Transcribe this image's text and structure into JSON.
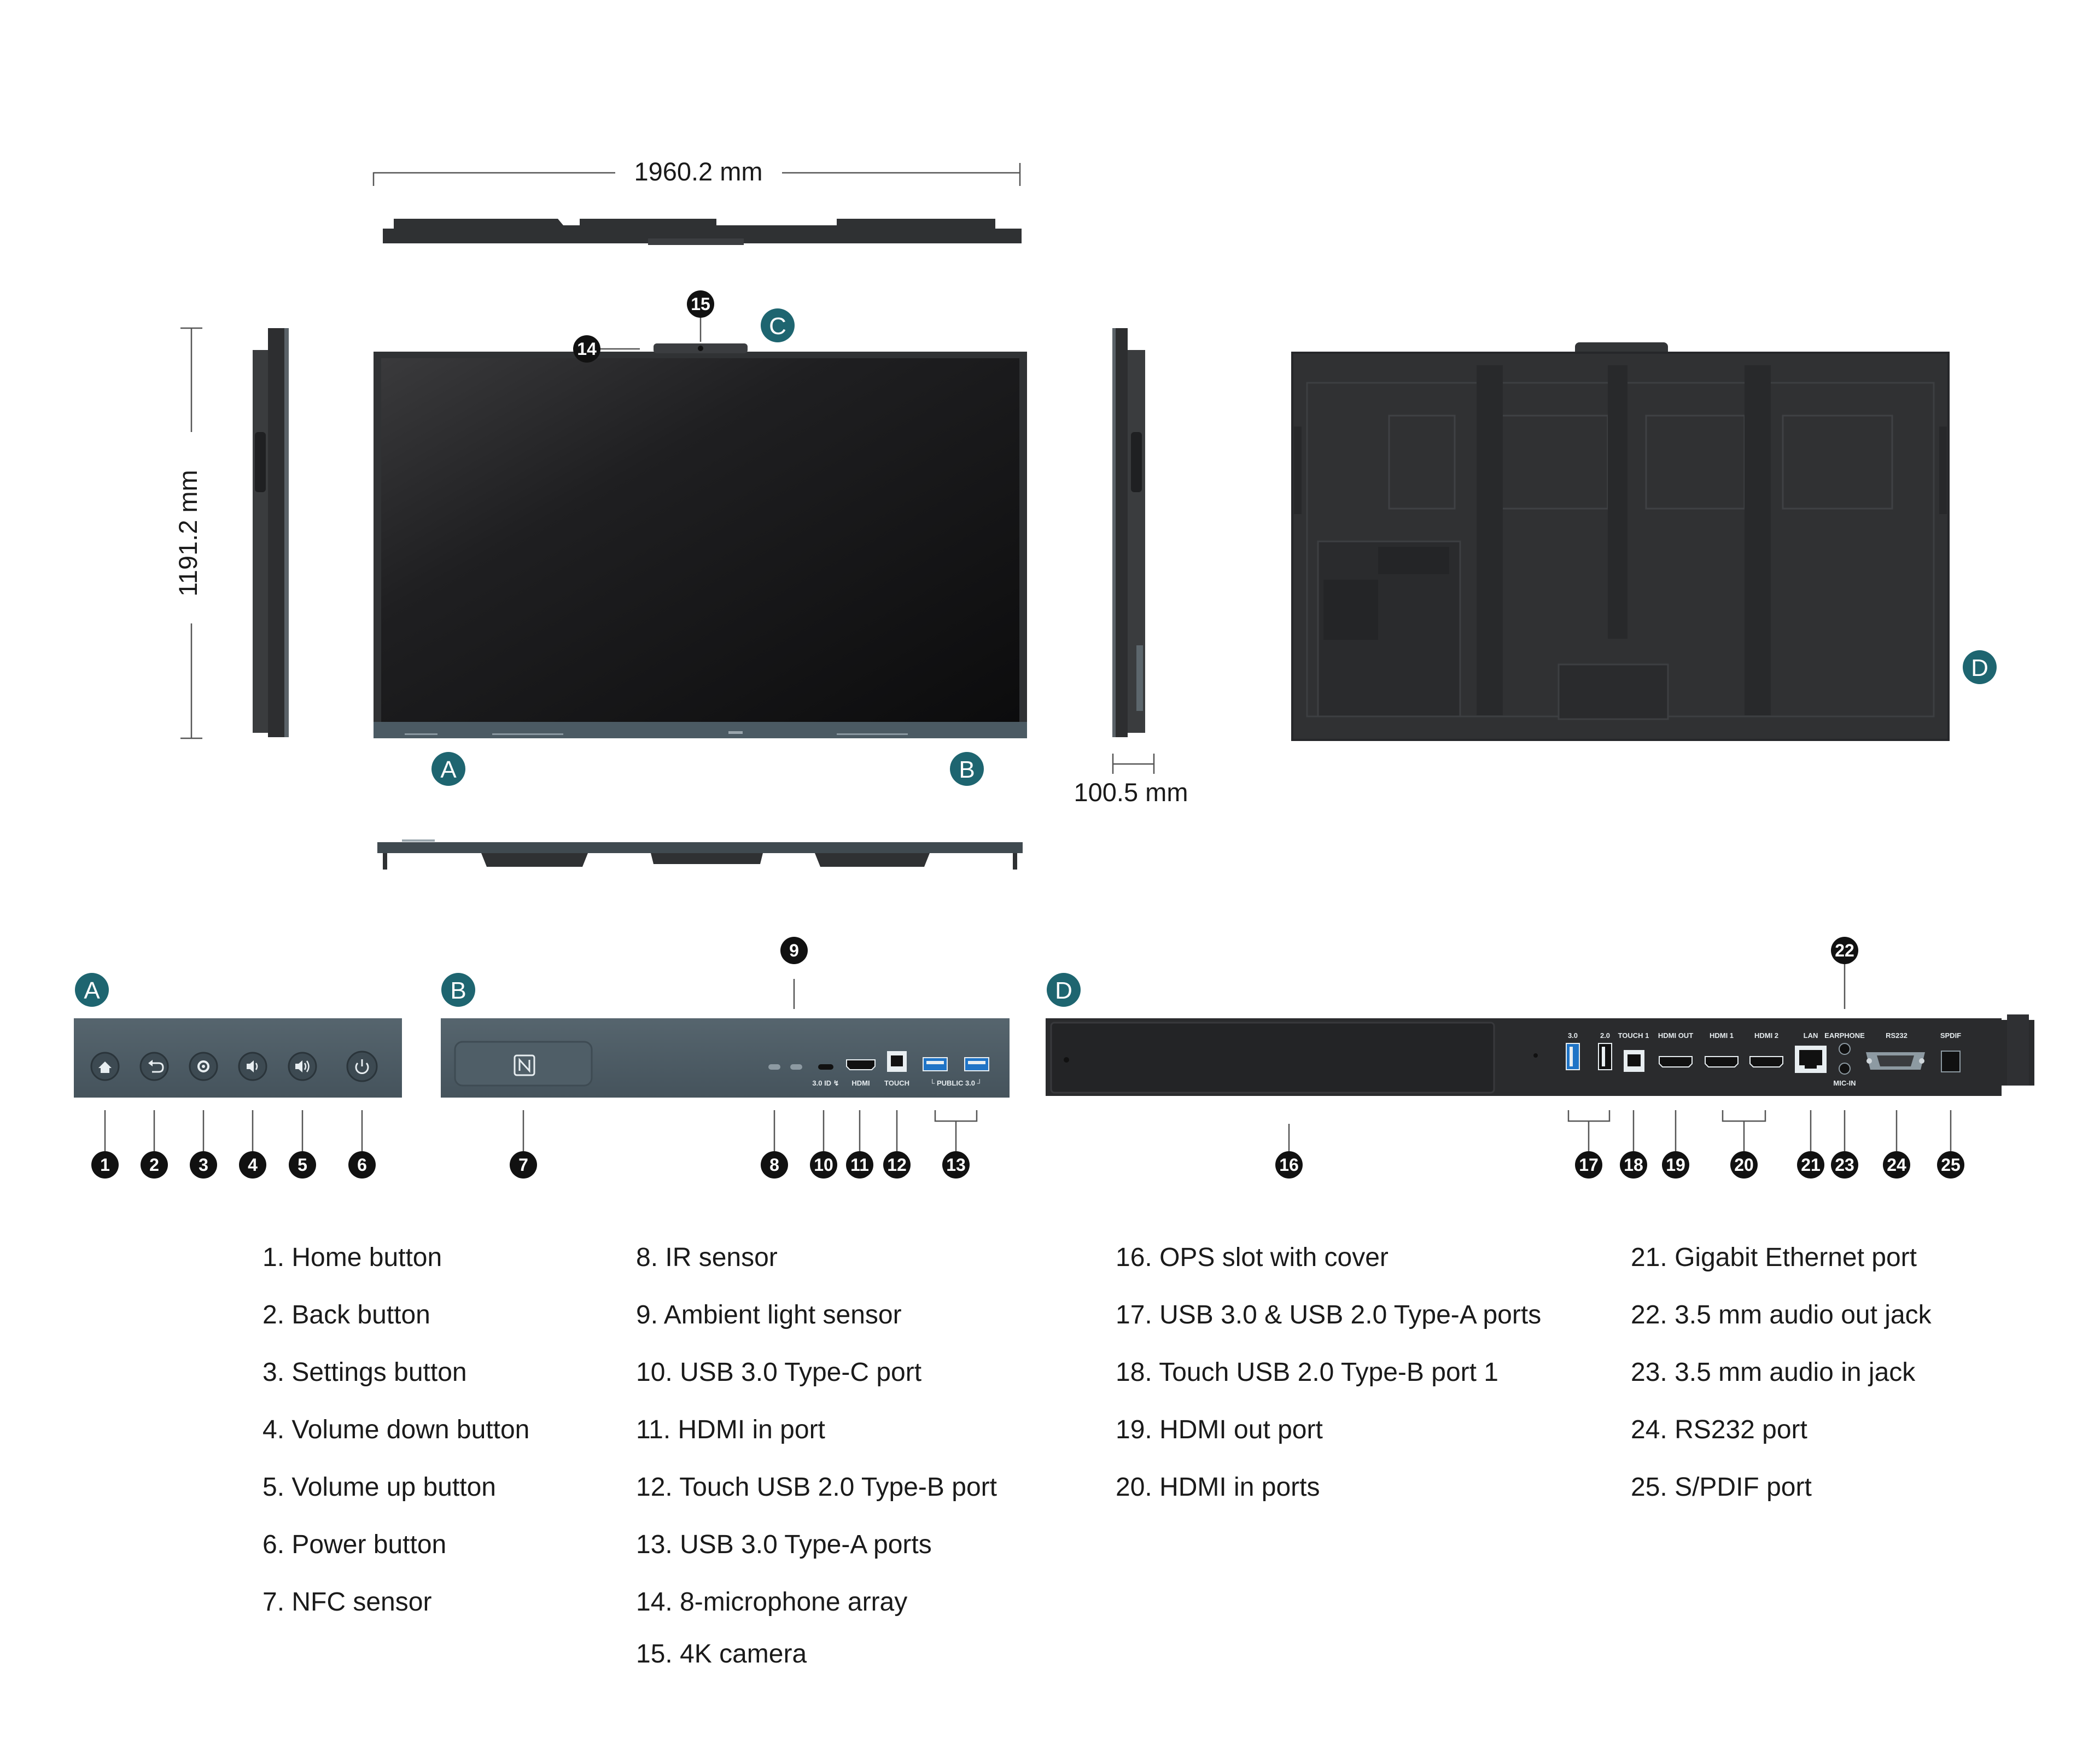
{
  "dimensions": {
    "width": "1960.2 mm",
    "height": "1191.2 mm",
    "depth": "100.5 mm"
  },
  "section_labels": {
    "a": "A",
    "b": "B",
    "c": "C",
    "d": "D"
  },
  "callouts": {
    "n1": "1",
    "n2": "2",
    "n3": "3",
    "n4": "4",
    "n5": "5",
    "n6": "6",
    "n7": "7",
    "n8": "8",
    "n9": "9",
    "n10": "10",
    "n11": "11",
    "n12": "12",
    "n13": "13",
    "n14": "14",
    "n15": "15",
    "n16": "16",
    "n17": "17",
    "n18": "18",
    "n19": "19",
    "n20": "20",
    "n21": "21",
    "n22": "22",
    "n23": "23",
    "n24": "24",
    "n25": "25"
  },
  "port_labels": {
    "usbc": "3.0 ID ↯",
    "hdmi": "HDMI",
    "touch": "TOUCH",
    "public": "└ PUBLIC 3.0 ┘",
    "usb30": "3.0",
    "usb20": "2.0",
    "touch1": "TOUCH 1",
    "hdmi_out": "HDMI OUT",
    "hdmi1": "HDMI 1",
    "hdmi2": "HDMI 2",
    "lan": "LAN",
    "earphone": "EARPHONE",
    "mic_in": "MIC-IN",
    "rs232": "RS232",
    "spdif": "SPDIF"
  },
  "legend": {
    "col1": [
      "1. Home button",
      "2. Back button",
      "3. Settings button",
      "4. Volume down button",
      "5. Volume up button",
      "6. Power button",
      "7. NFC sensor"
    ],
    "col2": [
      "8. IR sensor",
      "9. Ambient light sensor",
      "10. USB 3.0 Type-C port",
      "11. HDMI in port",
      "12. Touch USB 2.0 Type-B port",
      "13. USB 3.0 Type-A ports",
      "14. 8-microphone array",
      "15. 4K camera"
    ],
    "col3": [
      "16. OPS slot with cover",
      "17. USB 3.0 & USB 2.0 Type-A ports",
      "18. Touch USB 2.0 Type-B port 1",
      "19. HDMI out port",
      "20. HDMI in ports"
    ],
    "col4": [
      "21. Gigabit Ethernet port",
      "22. 3.5 mm audio out jack",
      "23. 3.5 mm audio in jack",
      "24. RS232 port",
      "25. S/PDIF port"
    ]
  },
  "colors": {
    "teal": "#1e6570",
    "panel": "#4b5a63",
    "body": "#2e2f31",
    "screen": "#1a1a1b"
  }
}
